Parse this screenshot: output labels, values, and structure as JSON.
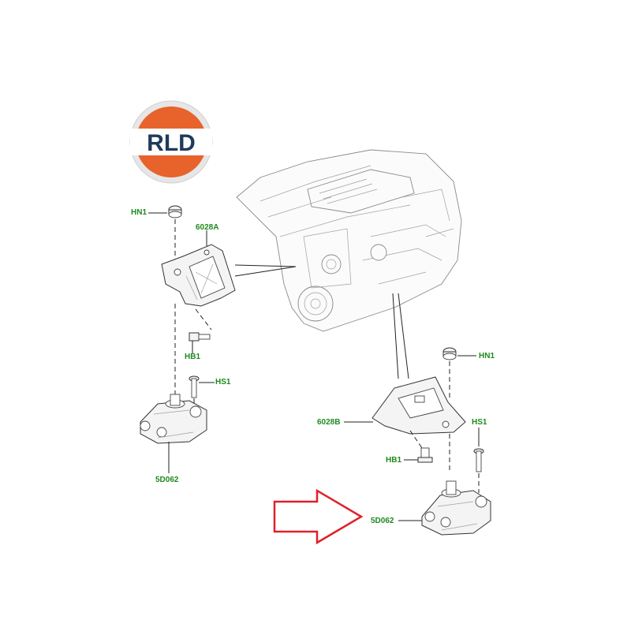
{
  "logo": {
    "text": "RLD",
    "colors": {
      "ring": "#e8e8e8",
      "orange": "#e8632c",
      "band": "#ffffff",
      "text": "#1f3a5a"
    }
  },
  "labels": {
    "hn1_left": "HN1",
    "p6028a": "6028A",
    "hb1_left": "HB1",
    "hs1_left": "HS1",
    "p5d062_left": "5D062",
    "hn1_right": "HN1",
    "hs1_right": "HS1",
    "p6028b": "6028B",
    "hb1_right": "HB1",
    "p5d062_right": "5D062"
  },
  "colors": {
    "label": "#1e8a1e",
    "arrow": "#e0202a",
    "line": "#222222"
  }
}
